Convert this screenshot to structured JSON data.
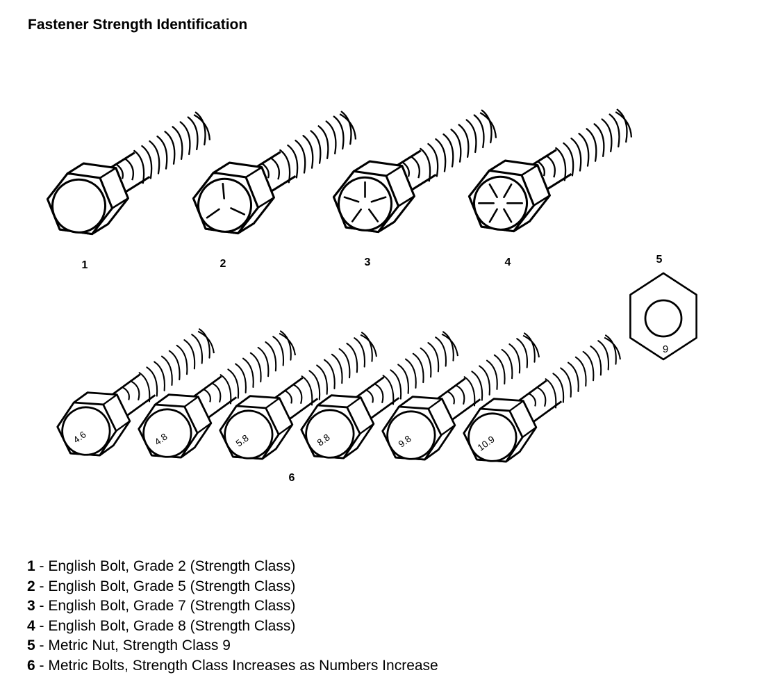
{
  "title": "Fastener Strength Identification",
  "figure": {
    "english_bolts": [
      {
        "callout": "1",
        "grade": "Grade 2",
        "head_marking": "plain (no lines)",
        "marking_line_angles": []
      },
      {
        "callout": "2",
        "grade": "Grade 5",
        "head_marking": "3 radial lines",
        "marking_line_angles": [
          95,
          215,
          335
        ]
      },
      {
        "callout": "3",
        "grade": "Grade 7",
        "head_marking": "5 radial lines",
        "marking_line_angles": [
          18,
          90,
          162,
          234,
          306
        ]
      },
      {
        "callout": "4",
        "grade": "Grade 8",
        "head_marking": "6 radial lines",
        "marking_line_angles": [
          0,
          60,
          120,
          180,
          240,
          300
        ]
      }
    ],
    "metric_nut": {
      "callout": "5",
      "head_marking": "9"
    },
    "metric_bolts": {
      "callout": "6",
      "head_markings": [
        "4.6",
        "4.8",
        "5.8",
        "8.8",
        "9.8",
        "10.9"
      ]
    }
  },
  "legend": [
    {
      "num": "1",
      "text": " - English Bolt, Grade 2 (Strength Class)"
    },
    {
      "num": "2",
      "text": " - English Bolt, Grade 5 (Strength Class)"
    },
    {
      "num": "3",
      "text": " - English Bolt, Grade 7 (Strength Class)"
    },
    {
      "num": "4",
      "text": " - English Bolt, Grade 8 (Strength Class)"
    },
    {
      "num": "5",
      "text": " - Metric Nut, Strength Class 9"
    },
    {
      "num": "6",
      "text": " - Metric Bolts, Strength Class Increases as Numbers Increase"
    }
  ],
  "colors": {
    "ink": "#000000",
    "paper": "#ffffff"
  }
}
